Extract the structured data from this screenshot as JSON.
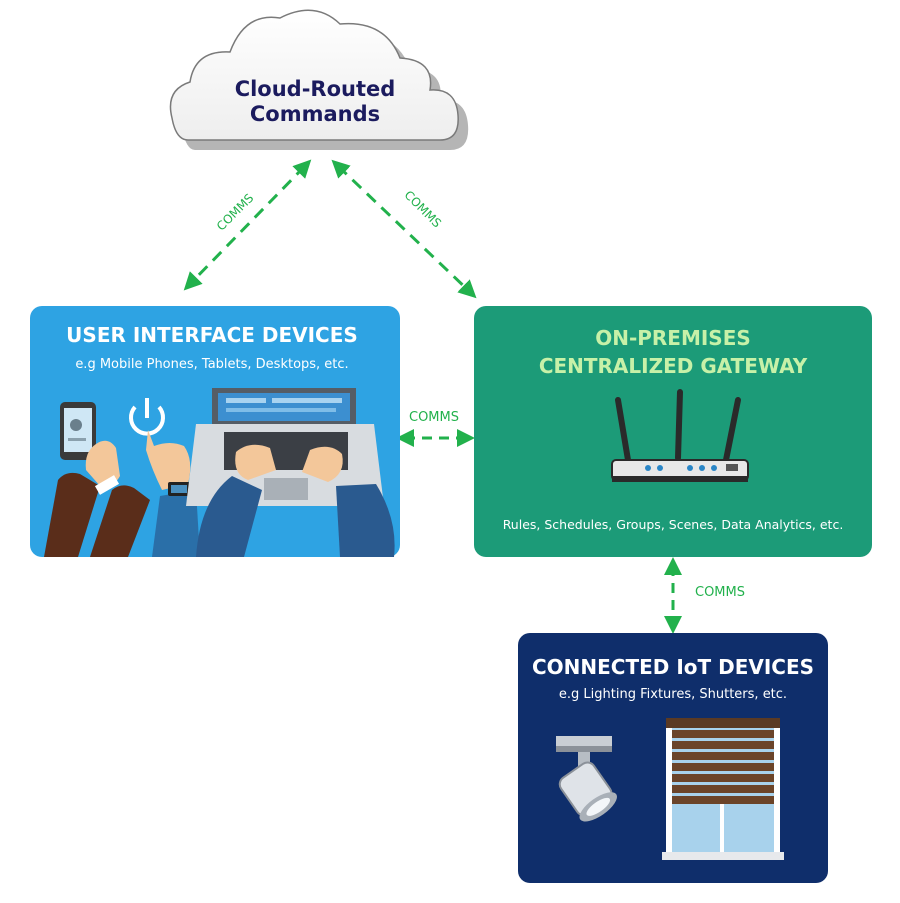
{
  "cloud": {
    "line1": "Cloud-Routed",
    "line2": "Commands"
  },
  "user_interface": {
    "title": "USER INTERFACE DEVICES",
    "subtitle": "e.g Mobile Phones, Tablets, Desktops, etc."
  },
  "gateway": {
    "title_line1": "ON-PREMISES",
    "title_line2": "CENTRALIZED GATEWAY",
    "footer": "Rules, Schedules, Groups, Scenes, Data Analytics, etc."
  },
  "iot": {
    "title": "CONNECTED IoT DEVICES",
    "subtitle": "e.g Lighting Fixtures, Shutters, etc."
  },
  "links": {
    "cloud_to_ui": "COMMS",
    "cloud_to_gateway": "COMMS",
    "ui_to_gateway": "COMMS",
    "gateway_to_iot": "COMMS"
  },
  "colors": {
    "ui_box": "#2ea3e3",
    "gateway_box": "#1c9b78",
    "iot_box": "#0f2e6b",
    "arrow": "#22b14c",
    "cloud_text": "#1b1b5e",
    "gateway_title": "#c7f1a8"
  },
  "icons": [
    "cloud-icon",
    "phone-icon",
    "power-icon",
    "laptop-icon",
    "smartwatch-icon",
    "router-icon",
    "spotlight-icon",
    "window-blinds-icon"
  ]
}
